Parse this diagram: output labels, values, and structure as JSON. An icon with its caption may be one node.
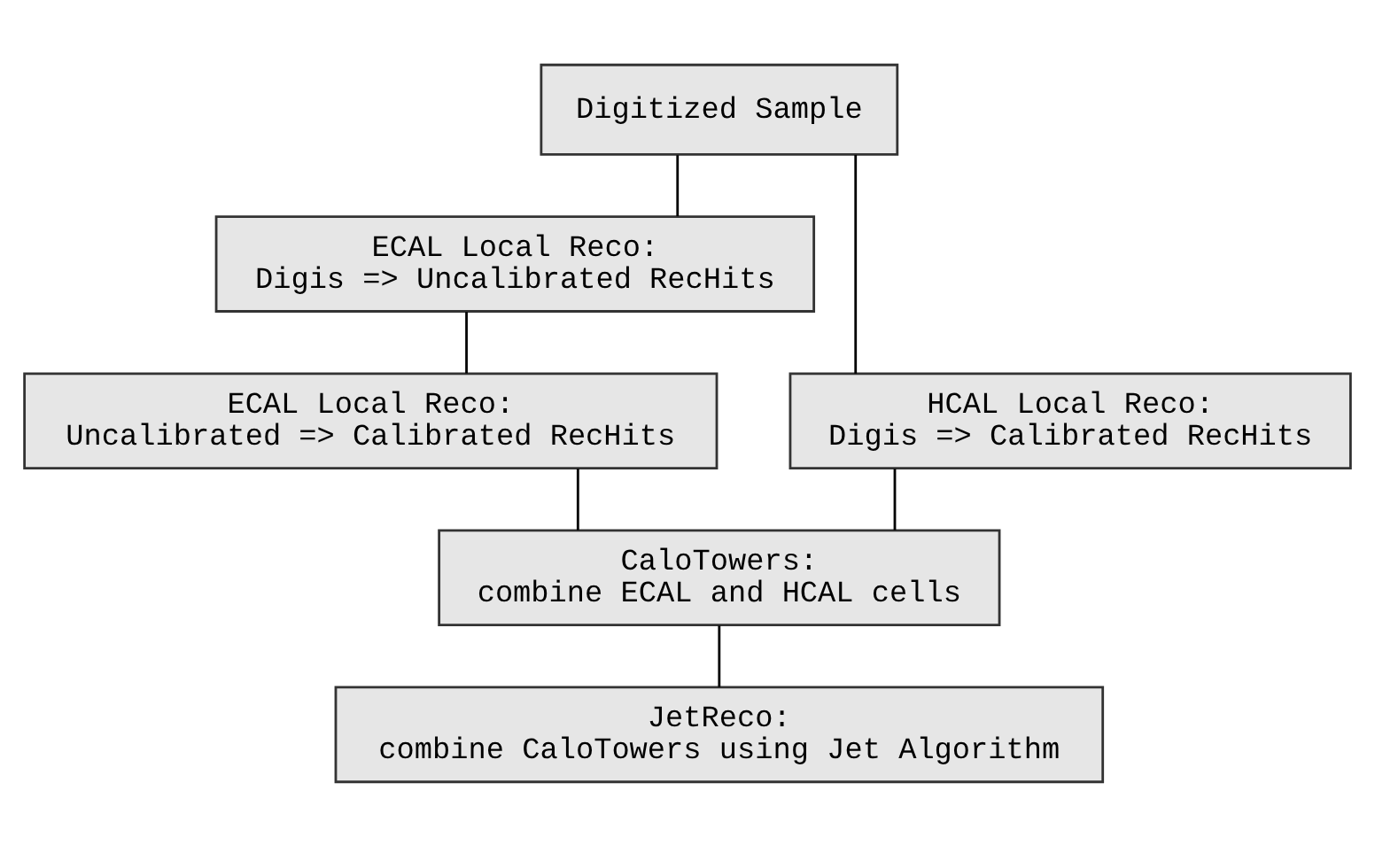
{
  "diagram": {
    "nodes": [
      {
        "text": [
          "Digitized Sample"
        ]
      },
      {
        "text": [
          "ECAL Local Reco:",
          "Digis => Uncalibrated RecHits"
        ]
      },
      {
        "text": [
          "ECAL Local Reco:",
          "Uncalibrated => Calibrated RecHits"
        ]
      },
      {
        "text": [
          "HCAL Local Reco:",
          "Digis => Calibrated RecHits"
        ]
      },
      {
        "text": [
          "CaloTowers:",
          "combine ECAL and HCAL cells"
        ]
      },
      {
        "text": [
          "JetReco:",
          "combine CaloTowers using Jet Algorithm"
        ]
      }
    ],
    "edges": [
      {
        "from": 0,
        "to": 1,
        "arrow": "none"
      },
      {
        "from": 0,
        "to": 3,
        "arrow": "none"
      },
      {
        "from": 1,
        "to": 2,
        "arrow": "none"
      },
      {
        "from": 2,
        "to": 4,
        "arrow": "none"
      },
      {
        "from": 3,
        "to": 4,
        "arrow": "none"
      },
      {
        "from": 4,
        "to": 5,
        "arrow": "none"
      }
    ]
  }
}
